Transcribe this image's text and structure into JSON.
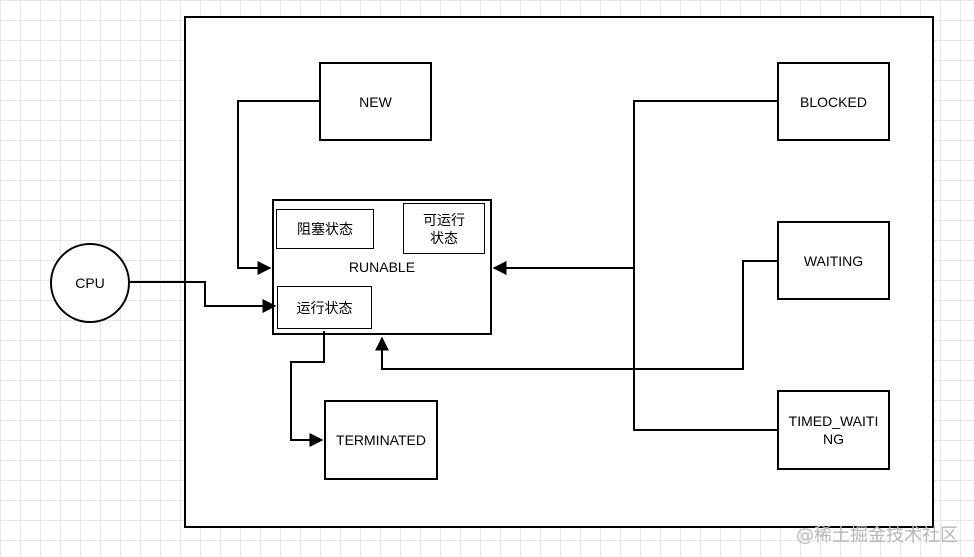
{
  "diagram": {
    "nodes": {
      "cpu": "CPU",
      "new": "NEW",
      "runable": "RUNABLE",
      "blocked_state": "阻塞状态",
      "runnable_state": "可运行状态",
      "running_state": "运行状态",
      "terminated": "TERMINATED",
      "blocked": "BLOCKED",
      "waiting": "WAITING",
      "timed_waiting": "TIMED_WAITING"
    },
    "edges": [
      {
        "from": "new",
        "to": "runable"
      },
      {
        "from": "cpu",
        "to": "running_state"
      },
      {
        "from": "blocked",
        "to": "runable"
      },
      {
        "from": "timed_waiting",
        "to": "runable"
      },
      {
        "from": "waiting",
        "to": "runable"
      },
      {
        "from": "running_state",
        "to": "terminated"
      }
    ],
    "colors": {
      "stroke": "#000000",
      "grid": "#e6e6e6",
      "watermark": "#b8b8b8"
    }
  },
  "watermark": "@稀土掘金技术社区"
}
